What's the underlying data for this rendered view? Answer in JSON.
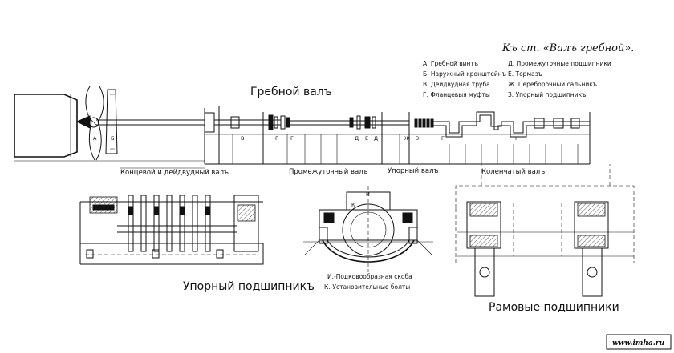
{
  "header": {
    "reference": "Къ ст. «Валъ гребной»."
  },
  "legend": {
    "left": [
      "А. Гребной винтъ",
      "Б. Наружный кронштейнъ",
      "В. Дейдвудная труба",
      "Г. Фланцевыя муфты"
    ],
    "right": [
      "Д. Промежуточные подшипники",
      "Е. Тормазъ",
      "Ж. Переборочный сальникъ",
      "З. Упорный подшипникъ"
    ]
  },
  "shaft": {
    "title": "Гребной валъ",
    "sections": [
      "Концевой и дейдвудный валъ",
      "Промежуточный валъ",
      "Упорный валъ",
      "Коленчатый валъ"
    ],
    "part_letters": [
      "А",
      "Б",
      "В",
      "Г",
      "Г",
      "Д",
      "Е",
      "Д",
      "Ж",
      "З",
      "Г",
      "Г"
    ]
  },
  "thrust_bearing": {
    "caption": "Упорный подшипникъ"
  },
  "cross_section": {
    "letters": [
      "И",
      "К"
    ],
    "notes": [
      "И.-Подковообразная скоба",
      "К.-Установительные болты"
    ]
  },
  "main_bearings": {
    "caption": "Рамовые подшипники"
  },
  "watermark": "www.imha.ru"
}
